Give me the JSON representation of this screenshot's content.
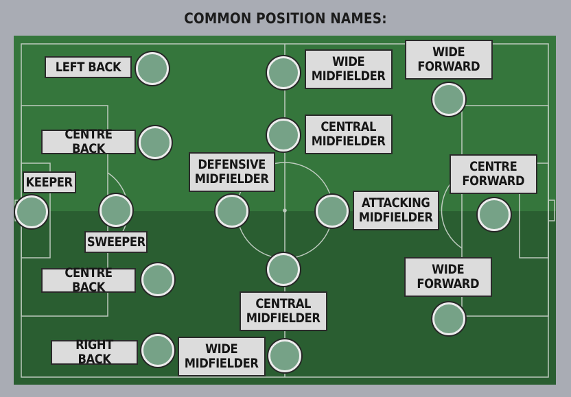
{
  "title": "COMMON POSITION NAMES:",
  "positions": [
    {
      "label": "LEFT BACK"
    },
    {
      "label": "CENTRE BACK"
    },
    {
      "label": "KEEPER"
    },
    {
      "label": "SWEEPER"
    },
    {
      "label": "CENTRE BACK"
    },
    {
      "label": "RIGHT BACK"
    },
    {
      "label": "WIDE\nMIDFIELDER"
    },
    {
      "label": "CENTRAL\nMIDFIELDER"
    },
    {
      "label": "DEFENSIVE\nMIDFIELDER"
    },
    {
      "label": "ATTACKING\nMIDFIELDER"
    },
    {
      "label": "CENTRAL\nMIDFIELDER"
    },
    {
      "label": "WIDE\nMIDFIELDER"
    },
    {
      "label": "WIDE\nFORWARD"
    },
    {
      "label": "CENTRE\nFORWARD"
    },
    {
      "label": "WIDE\nFORWARD"
    }
  ],
  "colors": {
    "background": "#a9acb4",
    "pitch_light": "#35763c",
    "pitch_dark": "#2a5e31",
    "lines": "#d6dcd6",
    "player_fill": "#76a287",
    "label_fill": "#dcdcdc"
  }
}
